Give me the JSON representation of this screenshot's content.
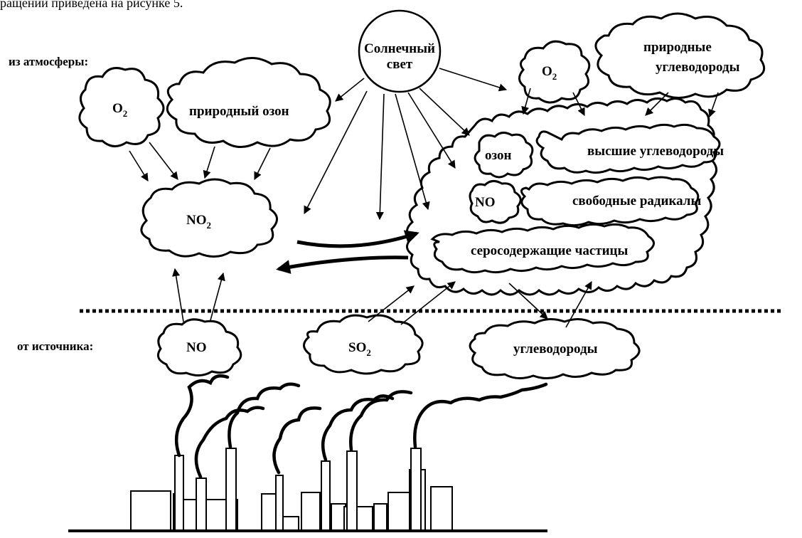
{
  "caption_fragment": "ращении приведена на рисунке 5.",
  "sections": {
    "atmosphere": "из атмосферы:",
    "source": "от источника:"
  },
  "sun": {
    "line1": "Солнечный",
    "line2": "свет"
  },
  "clouds": {
    "o2_left": {
      "main": "O",
      "sub": "2"
    },
    "natural_ozone": "природный озон",
    "no2": {
      "main": "NO",
      "sub": "2"
    },
    "o2_right": {
      "main": "O",
      "sub": "2"
    },
    "natural_hydrocarbons": {
      "line1": "природные",
      "line2": "углеводороды"
    },
    "ozone": "озон",
    "higher_hydrocarbons": "высшие углеводороды",
    "no_inner": "NO",
    "free_radicals": "свободные радикалы",
    "sulfur_particles": "серосодержащие частицы",
    "no_source": "NO",
    "so2": {
      "main": "SO",
      "sub": "2"
    },
    "hydrocarbons": "углеводороды"
  },
  "colors": {
    "ink": "#000000",
    "paper": "#ffffff"
  }
}
